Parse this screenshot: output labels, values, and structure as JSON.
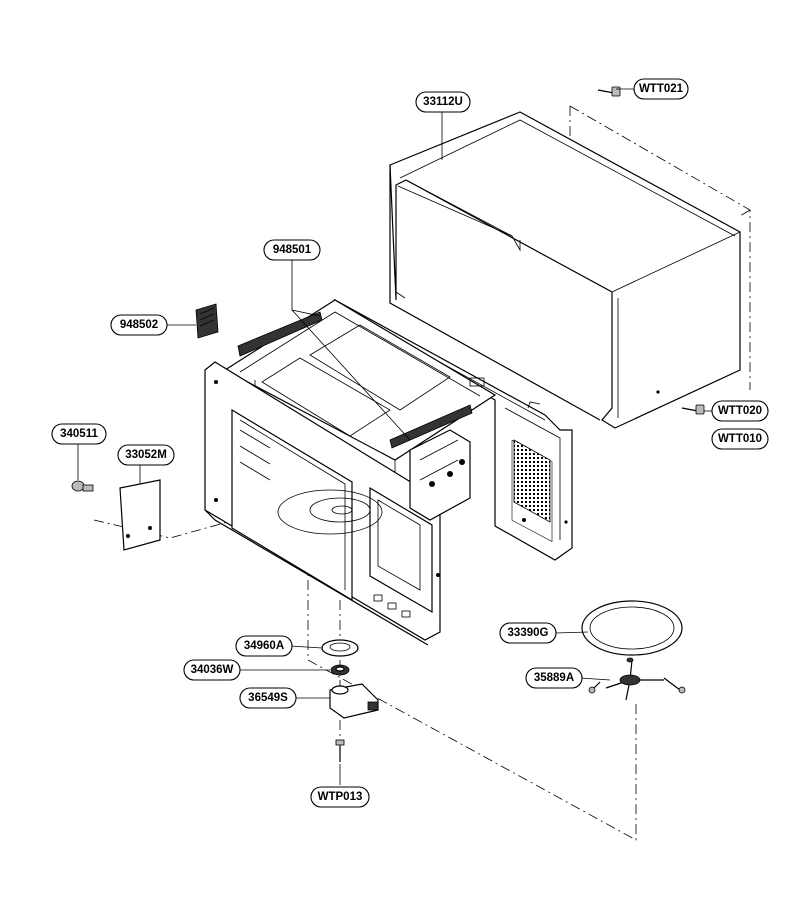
{
  "labels": {
    "wtt021": "WTT021",
    "p33112u": "33112U",
    "p948501": "948501",
    "p948502": "948502",
    "p340511": "340511",
    "p33052m": "33052M",
    "wtt020": "WTT020",
    "wtt010": "WTT010",
    "p33390g": "33390G",
    "p35889a": "35889A",
    "p34960a": "34960A",
    "p34036w": "34036W",
    "p36549s": "36549S",
    "wtp013": "WTP013"
  }
}
